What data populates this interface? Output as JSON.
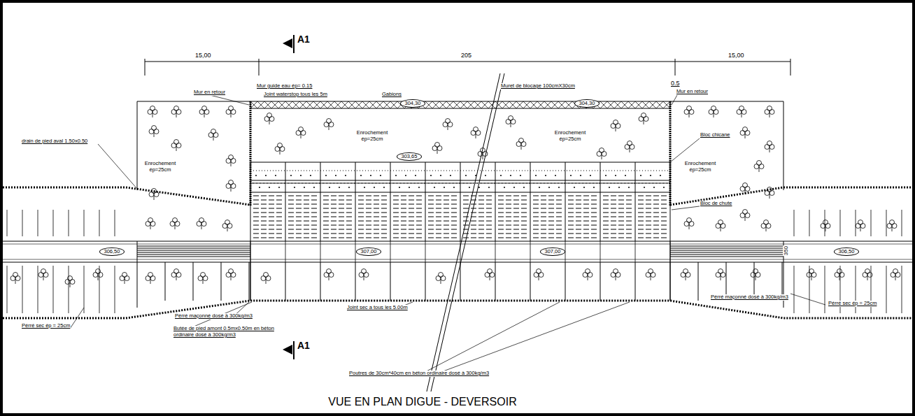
{
  "diagram": {
    "title": "VUE EN PLAN DIGUE - DEVERSOIR",
    "nodes": [
      {
        "text": [
          "304,30"
        ]
      },
      {
        "text": [
          "304,30"
        ]
      },
      {
        "text": [
          "303,65"
        ]
      },
      {
        "text": [
          "306,50"
        ]
      },
      {
        "text": [
          "307,00"
        ]
      },
      {
        "text": [
          "307,00"
        ]
      },
      {
        "text": [
          "306,50"
        ]
      }
    ],
    "labels": [
      "15,00",
      "205",
      "15,00",
      "A1",
      "Mur en retour",
      "Mur guide eau ép= 0.15",
      "Joint waterstop tous les 5m",
      "Gabions",
      "Muret de blocage 100cmX30cm",
      "0.5",
      "Mur en retour",
      "drain de pied aval 1.50x0.50",
      "Enrochement ép=25cm",
      "Enrochement ép=25cm",
      "Bloc chicane",
      "Enrochement ép=25cm",
      "Enrochement ép=25cm",
      "Bloc de chute",
      "350",
      "Joint sec a tous les 5.00m",
      "Pérré maçonné dosé à 300kg/m3",
      "Pérré maçonné dosé à 300kg/m3",
      "Pérré sec ép = 25cm",
      "Pérré sec ép = 25cm",
      "Butée de pied amont 0.5mx0.50m en béton ordinaire dosé à 300kg/m3",
      "A1",
      "Poutres de 30cm*40cm en béton ordinaire dosé à 300kg/m3"
    ]
  }
}
